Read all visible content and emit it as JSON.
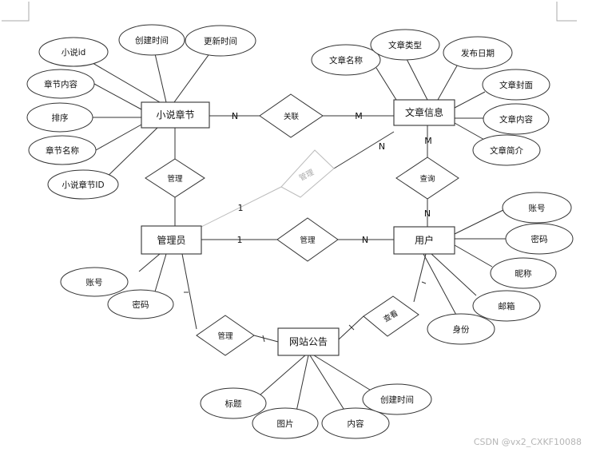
{
  "diagram": {
    "entities": {
      "chapter": "小说章节",
      "article": "文章信息",
      "admin": "管理员",
      "user": "用户",
      "notice": "网站公告"
    },
    "attributes": {
      "chapter": [
        "小说id",
        "创建时间",
        "更新时间",
        "章节内容",
        "排序",
        "章节名称",
        "小说章节ID"
      ],
      "article": [
        "文章名称",
        "文章类型",
        "发布日期",
        "文章封面",
        "文章内容",
        "文章简介"
      ],
      "admin": [
        "账号",
        "密码"
      ],
      "user": [
        "账号",
        "密码",
        "昵称",
        "邮箱",
        "身份"
      ],
      "notice": [
        "标题",
        "图片",
        "内容",
        "创建时间"
      ]
    },
    "relations": {
      "link": "关联",
      "manage_chapter": "管理",
      "manage_article": "管理",
      "query": "查询",
      "manage_user": "管理",
      "manage_notice": "管理",
      "view": "查看"
    },
    "cardinalities": {
      "link_chapter": "N",
      "link_article": "M",
      "article_query": "M",
      "user_query": "N",
      "admin_manage_article": "1",
      "article_manage": "N",
      "admin_manage_user": "1",
      "user_manage": "N"
    }
  },
  "watermark": "CSDN @vx2_CXKF10088"
}
